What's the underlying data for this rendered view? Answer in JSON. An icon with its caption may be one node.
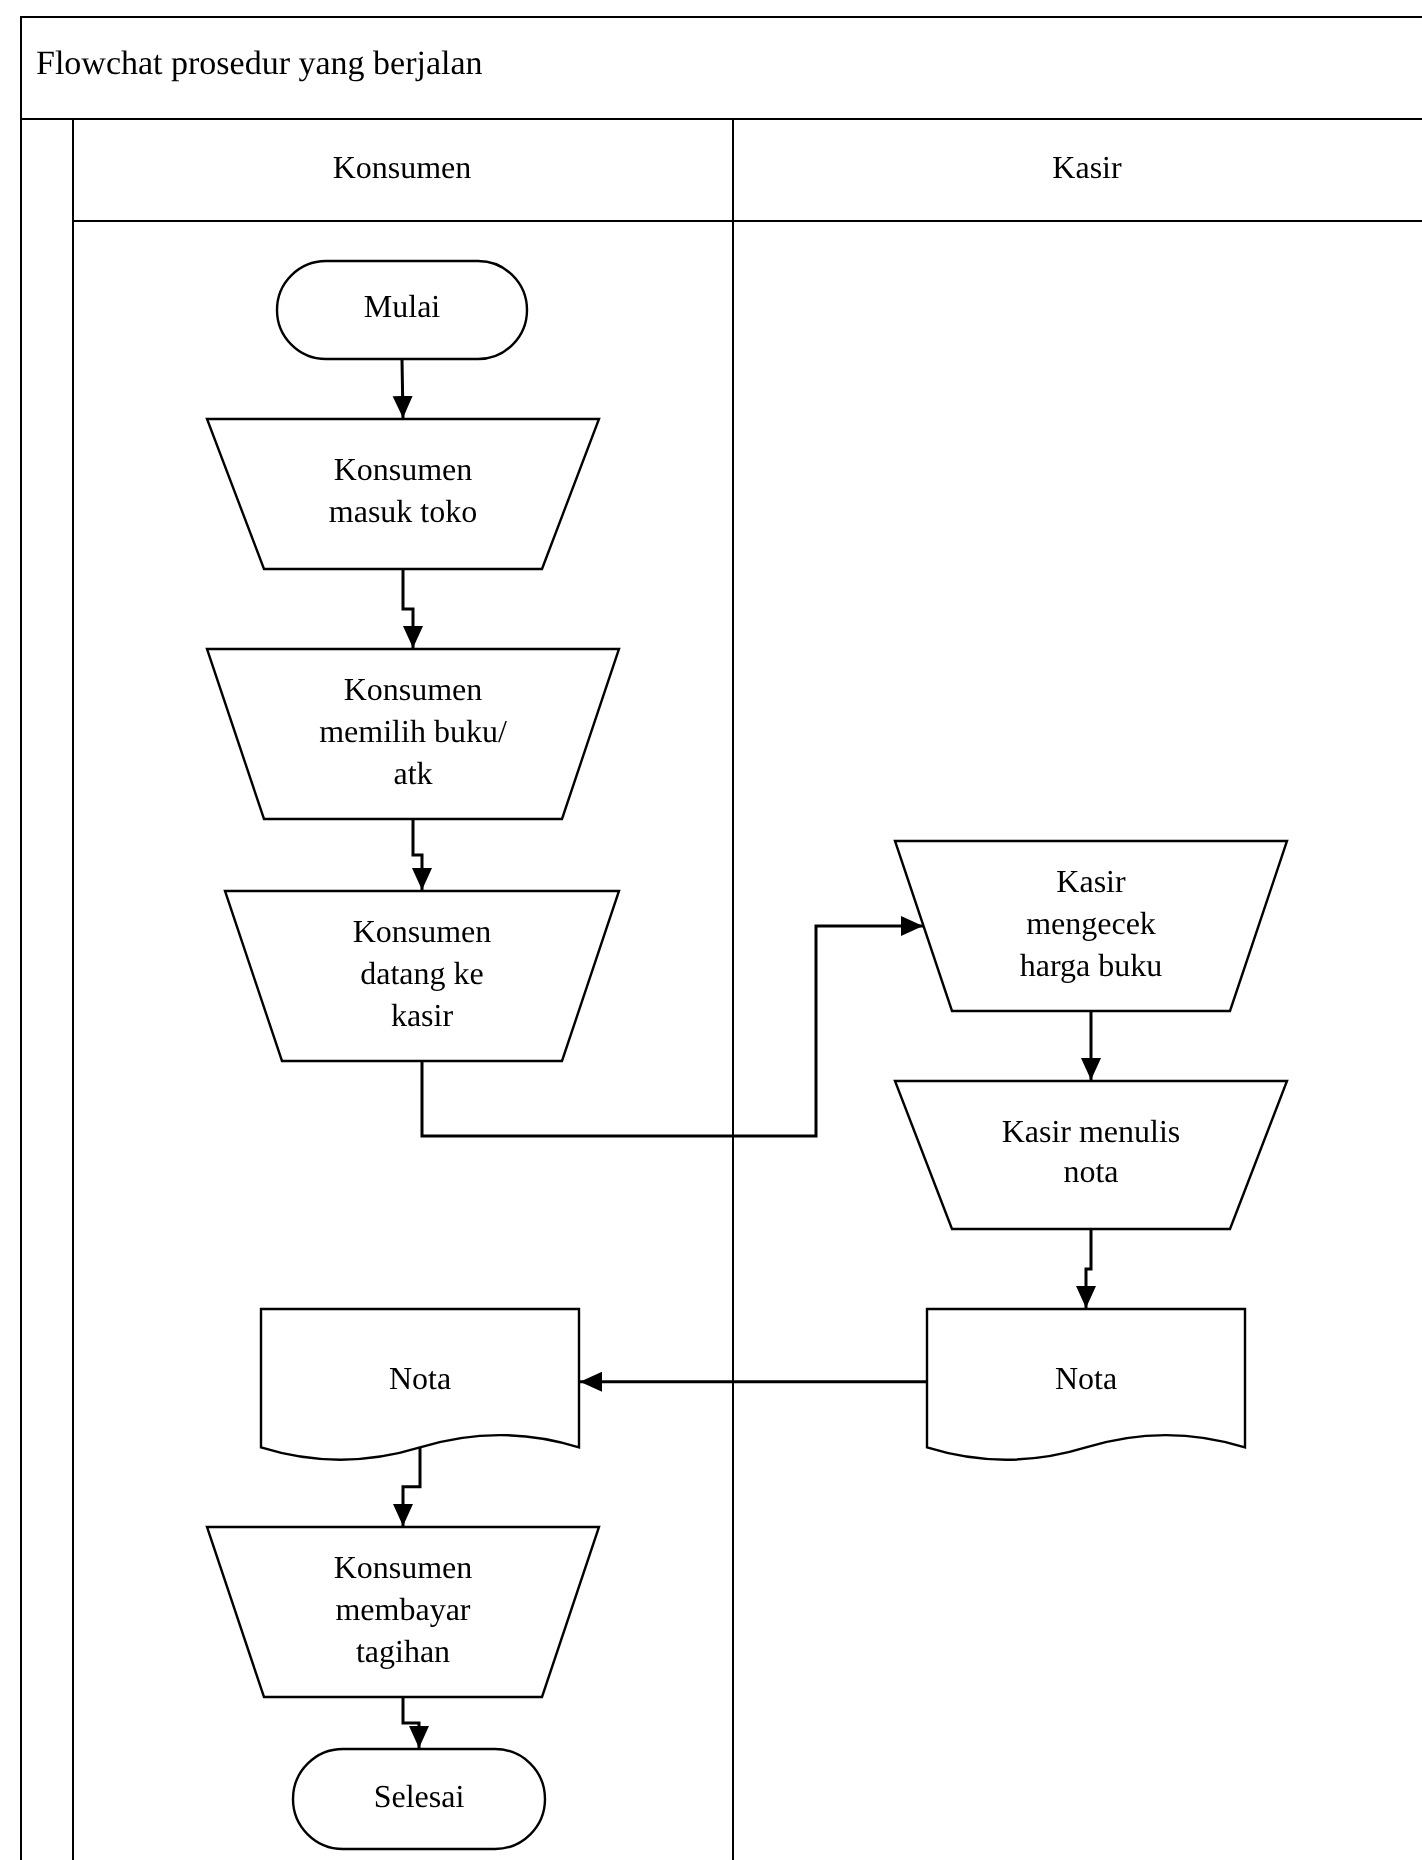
{
  "diagram": {
    "nodes": [
      {
        "text": [
          "Flowchat prosedur yang berjalan"
        ]
      },
      {
        "text": [
          "Konsumen"
        ],
        "in": 0
      },
      {
        "text": [
          "Kasir"
        ],
        "in": 0
      },
      {
        "text": [
          "Mulai"
        ],
        "in": 1
      },
      {
        "text": [
          "Konsumen masuk toko"
        ],
        "in": 1
      },
      {
        "text": [
          "Konsumen memilih buku/ atk"
        ],
        "in": 1
      },
      {
        "text": [
          "Konsumen datang ke kasir"
        ],
        "in": 1
      },
      {
        "text": [
          "Kasir mengecek harga buku"
        ],
        "in": 2
      },
      {
        "text": [
          "Kasir menulis nota"
        ],
        "in": 2
      },
      {
        "text": [
          "Nota"
        ],
        "in": 1
      },
      {
        "text": [
          "Nota"
        ],
        "in": 2
      },
      {
        "text": [
          "Konsumen membayar tagihan"
        ],
        "in": 1
      },
      {
        "text": [
          "Selesai"
        ],
        "in": 1
      }
    ],
    "edges": [
      {
        "from": 3,
        "to": 4,
        "arrow": "to"
      },
      {
        "from": 4,
        "to": 5,
        "arrow": "to"
      },
      {
        "from": 5,
        "to": 6,
        "arrow": "to"
      },
      {
        "from": 6,
        "to": 7,
        "arrow": "to"
      },
      {
        "from": 7,
        "to": 8,
        "arrow": "to"
      },
      {
        "from": 8,
        "to": 10,
        "arrow": "to"
      },
      {
        "from": 10,
        "to": 9,
        "arrow": "to"
      },
      {
        "from": 9,
        "to": 11,
        "arrow": "to"
      },
      {
        "from": 11,
        "to": 12,
        "arrow": "to"
      }
    ]
  }
}
